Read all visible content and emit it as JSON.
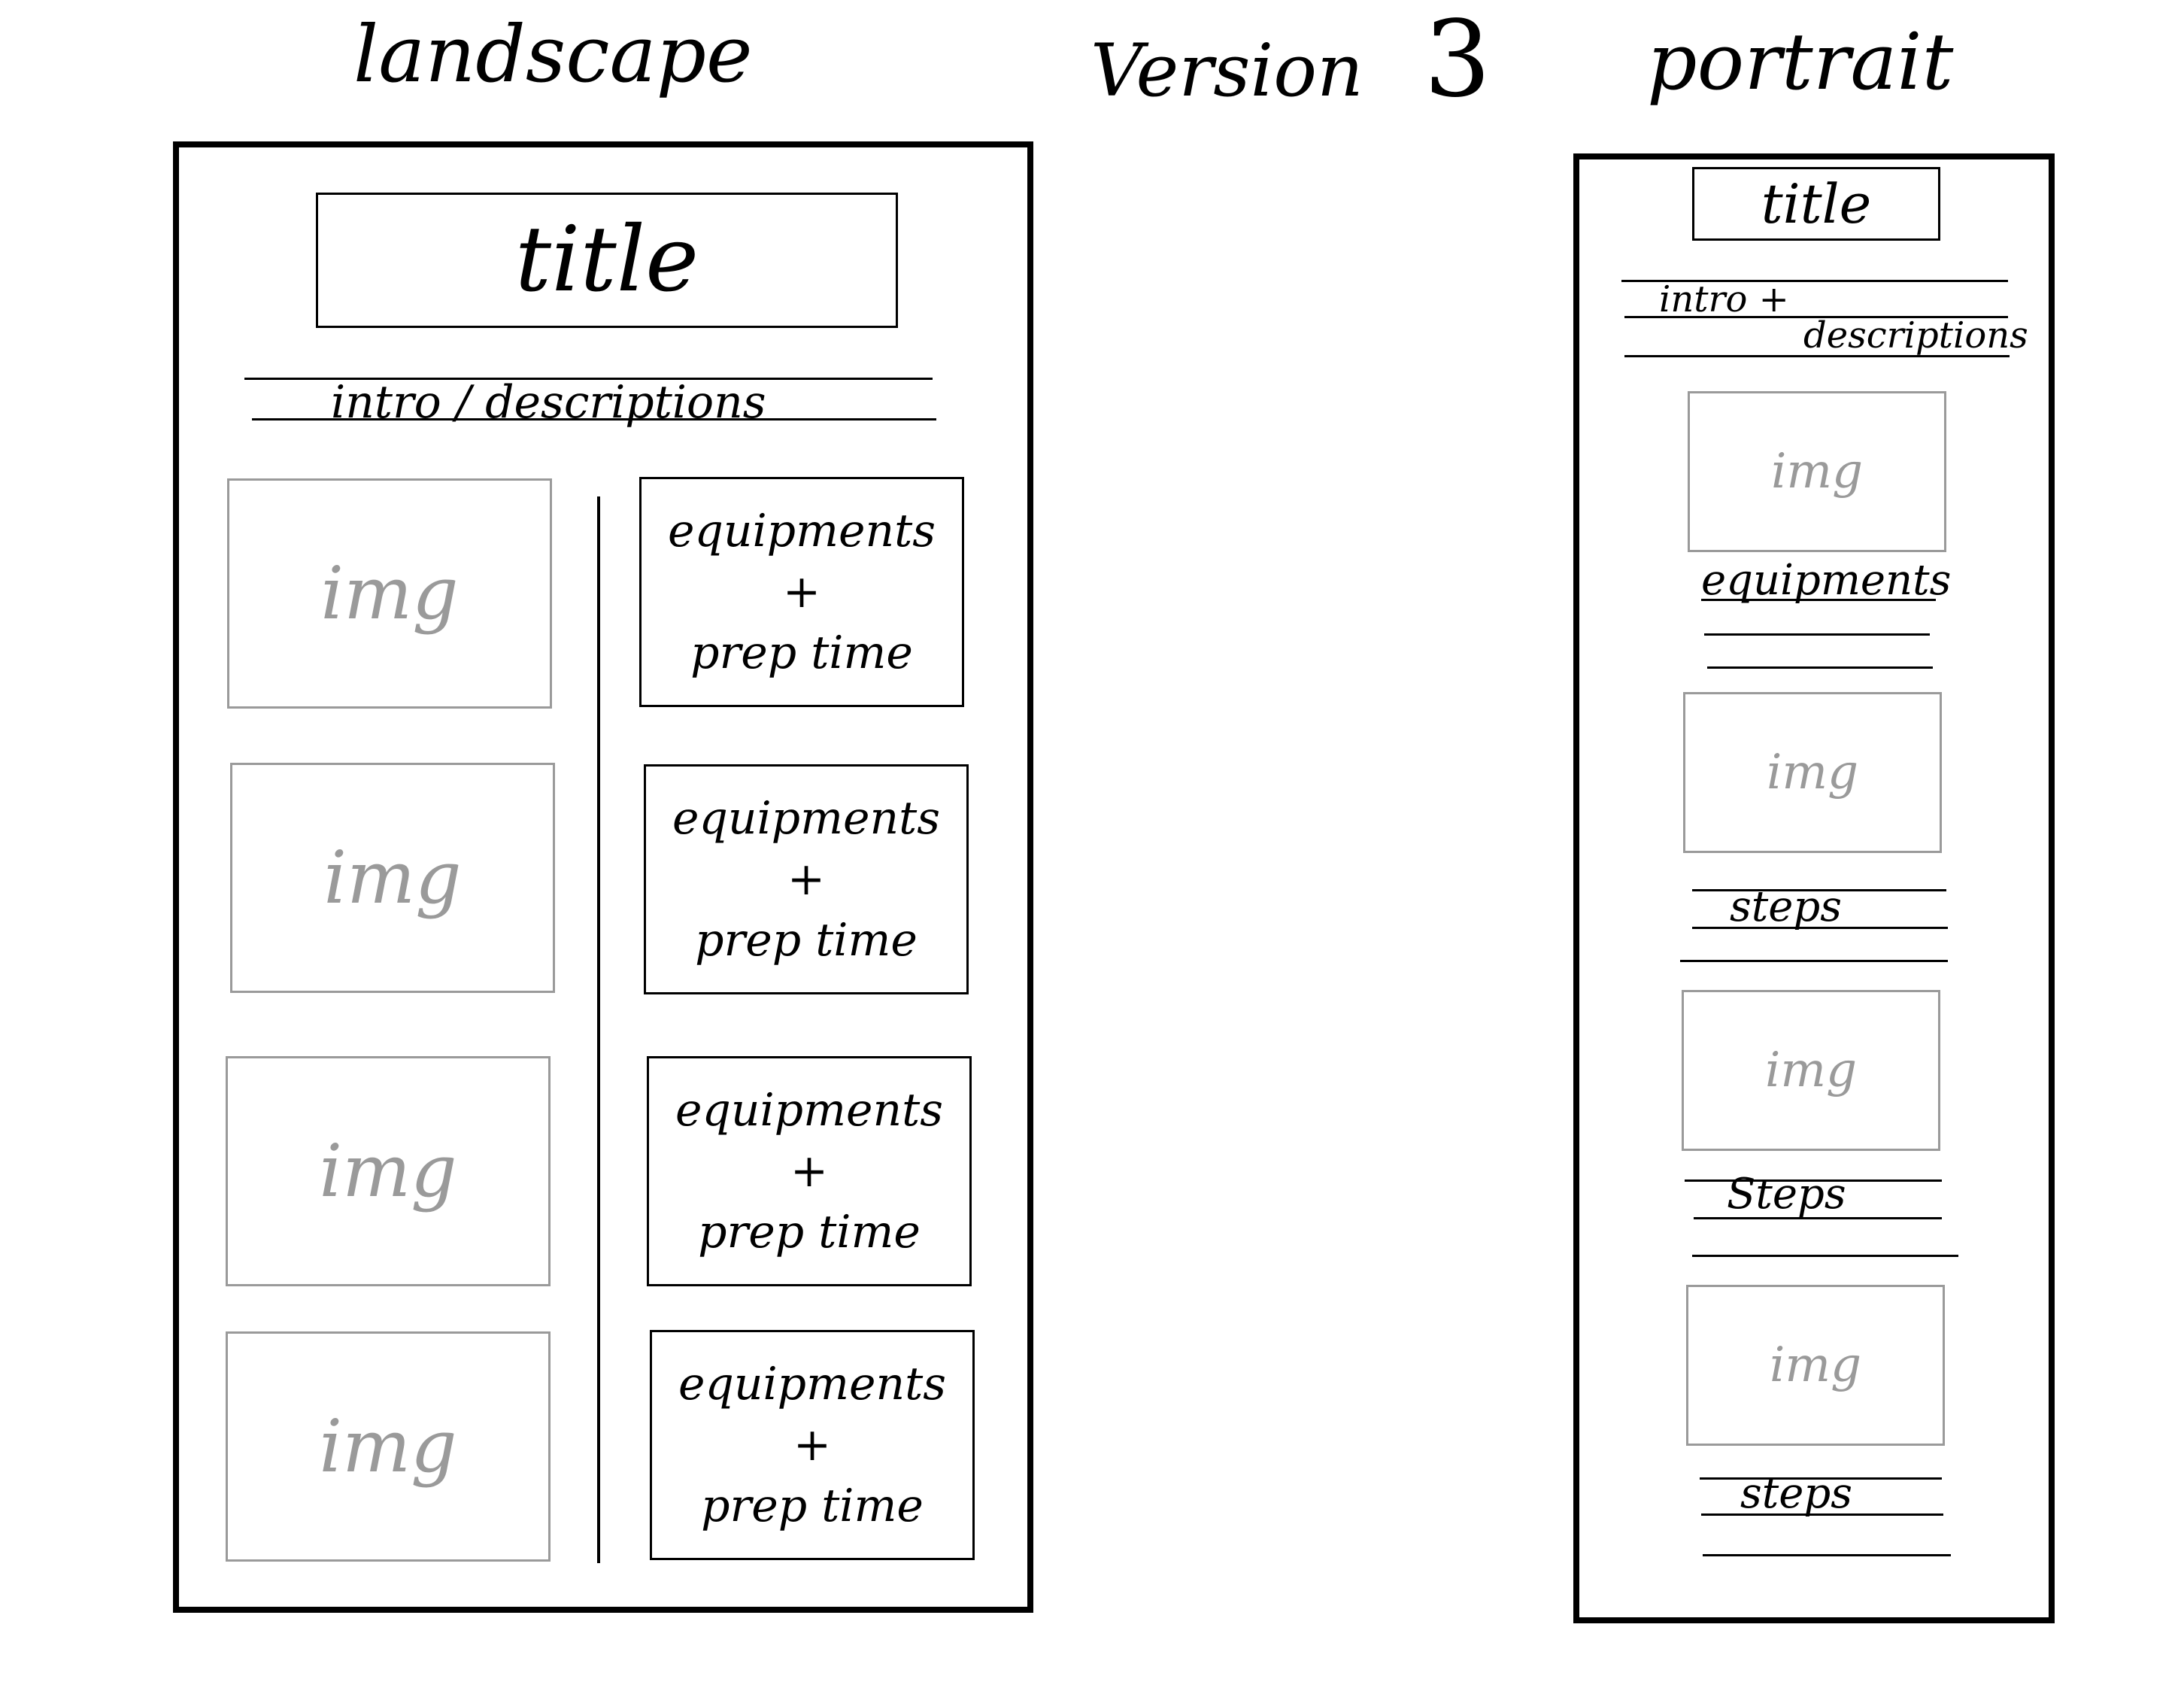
{
  "headings": {
    "landscape": "landscape",
    "version": "Version",
    "version_number": "3",
    "portrait": "portrait"
  },
  "landscape": {
    "title": "title",
    "intro": "intro / descriptions",
    "image_label": "img",
    "equipment_label": "equipments",
    "plus": "+",
    "prep_label": "prep time"
  },
  "portrait": {
    "title": "title",
    "intro_line1": "intro +",
    "intro_line2": "descriptions",
    "image_label": "img",
    "equipments_label": "equipments",
    "steps_label_1": "steps",
    "steps_label_2": "Steps",
    "steps_label_3": "steps"
  }
}
